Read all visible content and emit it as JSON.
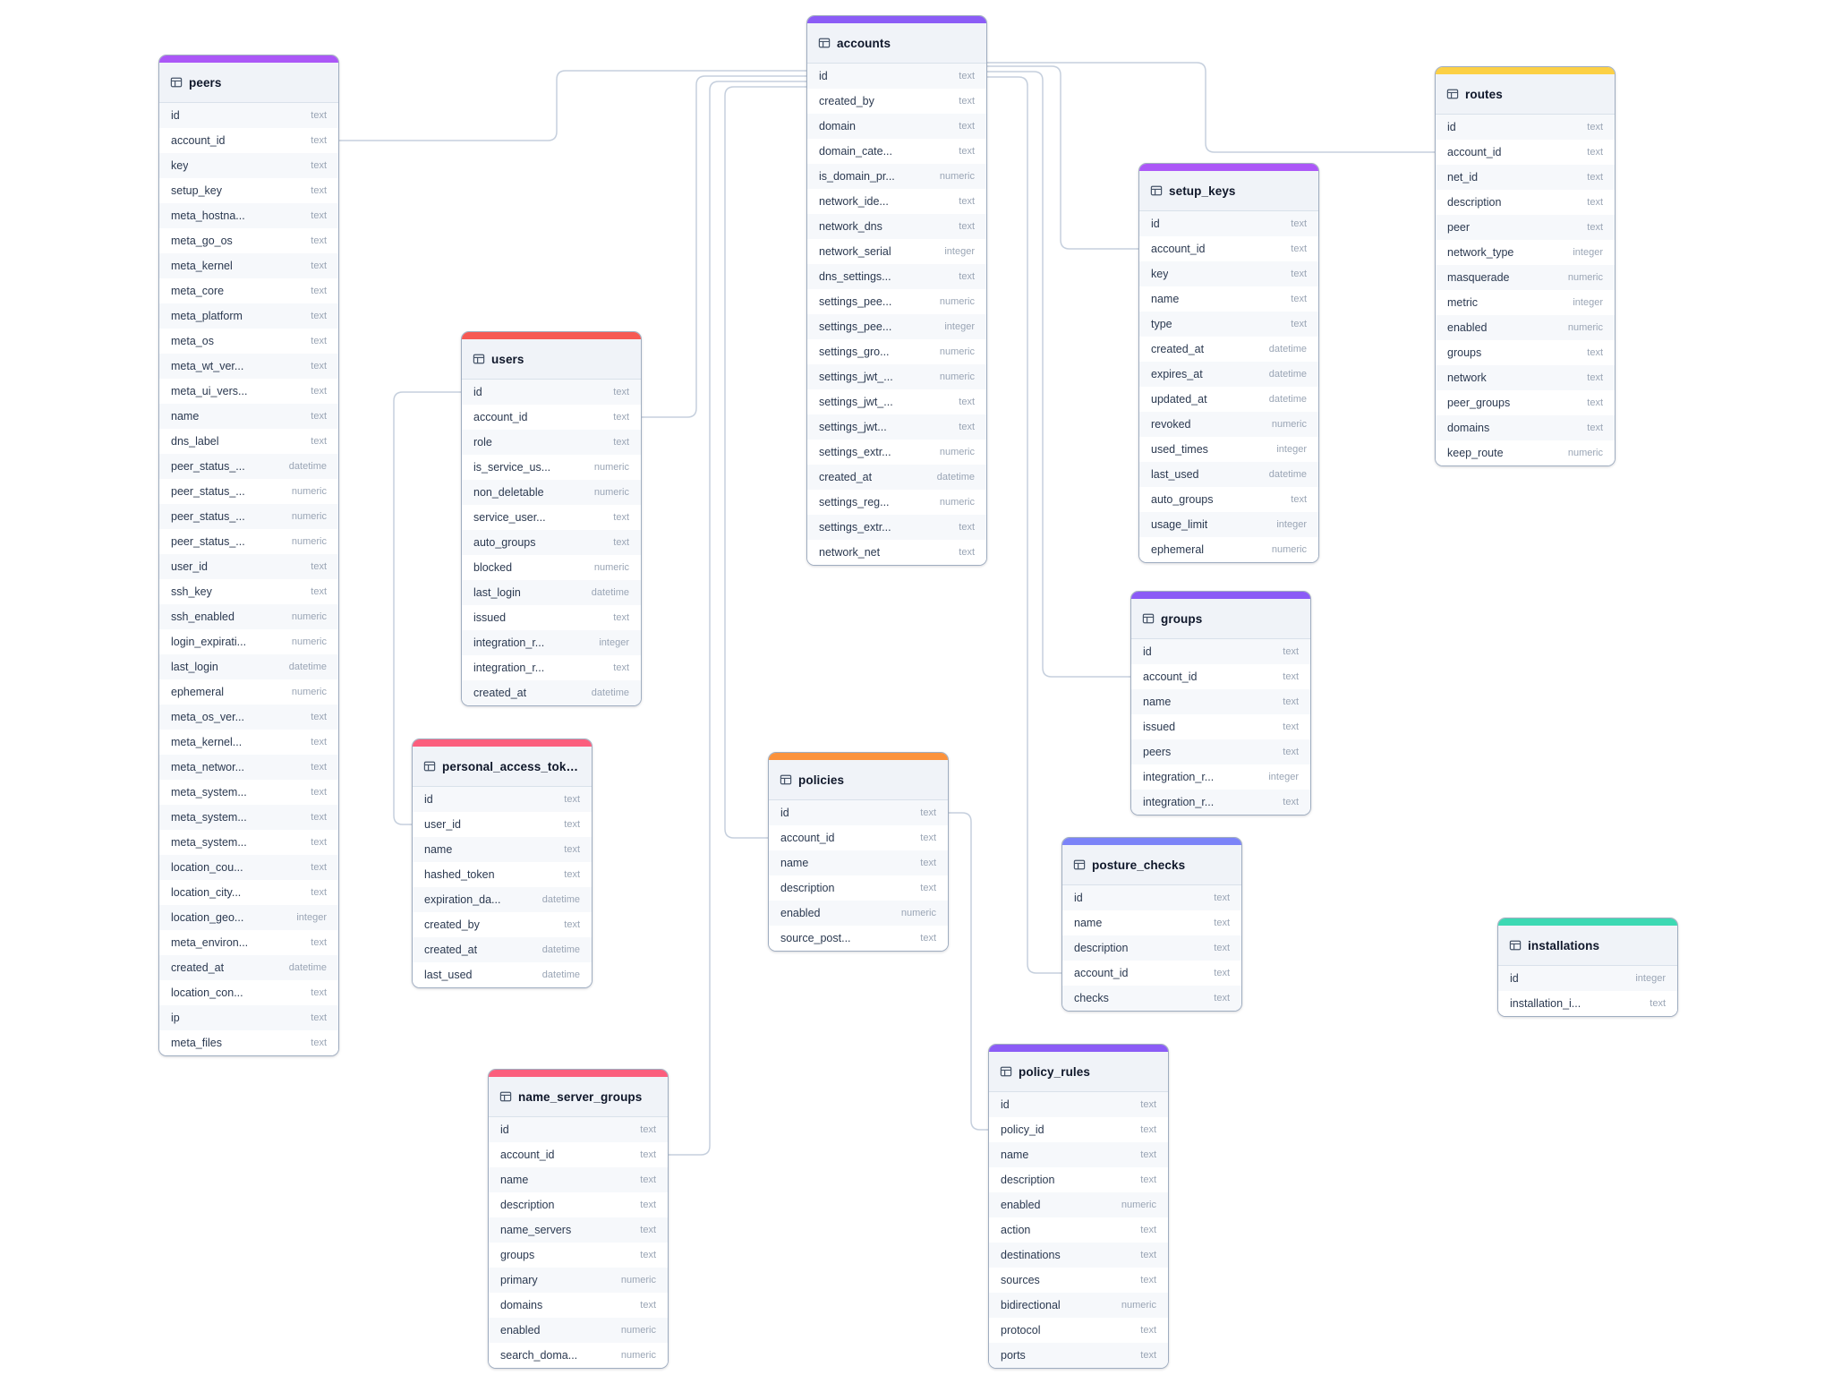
{
  "diagram": {
    "colors": {
      "relationship_line": "#c5cfdd"
    },
    "tables": [
      {
        "name": "peers",
        "header_color": "#ab57f7",
        "fields": [
          {
            "name": "id",
            "type": "text"
          },
          {
            "name": "account_id",
            "type": "text"
          },
          {
            "name": "key",
            "type": "text"
          },
          {
            "name": "setup_key",
            "type": "text"
          },
          {
            "name": "meta_hostna...",
            "type": "text"
          },
          {
            "name": "meta_go_os",
            "type": "text"
          },
          {
            "name": "meta_kernel",
            "type": "text"
          },
          {
            "name": "meta_core",
            "type": "text"
          },
          {
            "name": "meta_platform",
            "type": "text"
          },
          {
            "name": "meta_os",
            "type": "text"
          },
          {
            "name": "meta_wt_ver...",
            "type": "text"
          },
          {
            "name": "meta_ui_vers...",
            "type": "text"
          },
          {
            "name": "name",
            "type": "text"
          },
          {
            "name": "dns_label",
            "type": "text"
          },
          {
            "name": "peer_status_...",
            "type": "datetime"
          },
          {
            "name": "peer_status_...",
            "type": "numeric"
          },
          {
            "name": "peer_status_...",
            "type": "numeric"
          },
          {
            "name": "peer_status_...",
            "type": "numeric"
          },
          {
            "name": "user_id",
            "type": "text"
          },
          {
            "name": "ssh_key",
            "type": "text"
          },
          {
            "name": "ssh_enabled",
            "type": "numeric"
          },
          {
            "name": "login_expirati...",
            "type": "numeric"
          },
          {
            "name": "last_login",
            "type": "datetime"
          },
          {
            "name": "ephemeral",
            "type": "numeric"
          },
          {
            "name": "meta_os_ver...",
            "type": "text"
          },
          {
            "name": "meta_kernel...",
            "type": "text"
          },
          {
            "name": "meta_networ...",
            "type": "text"
          },
          {
            "name": "meta_system...",
            "type": "text"
          },
          {
            "name": "meta_system...",
            "type": "text"
          },
          {
            "name": "meta_system...",
            "type": "text"
          },
          {
            "name": "location_cou...",
            "type": "text"
          },
          {
            "name": "location_city...",
            "type": "text"
          },
          {
            "name": "location_geo...",
            "type": "integer"
          },
          {
            "name": "meta_environ...",
            "type": "text"
          },
          {
            "name": "created_at",
            "type": "datetime"
          },
          {
            "name": "location_con...",
            "type": "text"
          },
          {
            "name": "ip",
            "type": "text"
          },
          {
            "name": "meta_files",
            "type": "text"
          }
        ]
      },
      {
        "name": "accounts",
        "header_color": "#8b5cf6",
        "fields": [
          {
            "name": "id",
            "type": "text"
          },
          {
            "name": "created_by",
            "type": "text"
          },
          {
            "name": "domain",
            "type": "text"
          },
          {
            "name": "domain_cate...",
            "type": "text"
          },
          {
            "name": "is_domain_pr...",
            "type": "numeric"
          },
          {
            "name": "network_ide...",
            "type": "text"
          },
          {
            "name": "network_dns",
            "type": "text"
          },
          {
            "name": "network_serial",
            "type": "integer"
          },
          {
            "name": "dns_settings...",
            "type": "text"
          },
          {
            "name": "settings_pee...",
            "type": "numeric"
          },
          {
            "name": "settings_pee...",
            "type": "integer"
          },
          {
            "name": "settings_gro...",
            "type": "numeric"
          },
          {
            "name": "settings_jwt_...",
            "type": "numeric"
          },
          {
            "name": "settings_jwt_...",
            "type": "text"
          },
          {
            "name": "settings_jwt...",
            "type": "text"
          },
          {
            "name": "settings_extr...",
            "type": "numeric"
          },
          {
            "name": "created_at",
            "type": "datetime"
          },
          {
            "name": "settings_reg...",
            "type": "numeric"
          },
          {
            "name": "settings_extr...",
            "type": "text"
          },
          {
            "name": "network_net",
            "type": "text"
          }
        ]
      },
      {
        "name": "users",
        "header_color": "#f65953",
        "fields": [
          {
            "name": "id",
            "type": "text"
          },
          {
            "name": "account_id",
            "type": "text"
          },
          {
            "name": "role",
            "type": "text"
          },
          {
            "name": "is_service_us...",
            "type": "numeric"
          },
          {
            "name": "non_deletable",
            "type": "numeric"
          },
          {
            "name": "service_user...",
            "type": "text"
          },
          {
            "name": "auto_groups",
            "type": "text"
          },
          {
            "name": "blocked",
            "type": "numeric"
          },
          {
            "name": "last_login",
            "type": "datetime"
          },
          {
            "name": "issued",
            "type": "text"
          },
          {
            "name": "integration_r...",
            "type": "integer"
          },
          {
            "name": "integration_r...",
            "type": "text"
          },
          {
            "name": "created_at",
            "type": "datetime"
          }
        ]
      },
      {
        "name": "personal_access_tokens",
        "header_color": "#fb5e7d",
        "fields": [
          {
            "name": "id",
            "type": "text"
          },
          {
            "name": "user_id",
            "type": "text"
          },
          {
            "name": "name",
            "type": "text"
          },
          {
            "name": "hashed_token",
            "type": "text"
          },
          {
            "name": "expiration_da...",
            "type": "datetime"
          },
          {
            "name": "created_by",
            "type": "text"
          },
          {
            "name": "created_at",
            "type": "datetime"
          },
          {
            "name": "last_used",
            "type": "datetime"
          }
        ]
      },
      {
        "name": "name_server_groups",
        "header_color": "#fb5e7d",
        "fields": [
          {
            "name": "id",
            "type": "text"
          },
          {
            "name": "account_id",
            "type": "text"
          },
          {
            "name": "name",
            "type": "text"
          },
          {
            "name": "description",
            "type": "text"
          },
          {
            "name": "name_servers",
            "type": "text"
          },
          {
            "name": "groups",
            "type": "text"
          },
          {
            "name": "primary",
            "type": "numeric"
          },
          {
            "name": "domains",
            "type": "text"
          },
          {
            "name": "enabled",
            "type": "numeric"
          },
          {
            "name": "search_doma...",
            "type": "numeric"
          }
        ]
      },
      {
        "name": "policies",
        "header_color": "#fb923c",
        "fields": [
          {
            "name": "id",
            "type": "text"
          },
          {
            "name": "account_id",
            "type": "text"
          },
          {
            "name": "name",
            "type": "text"
          },
          {
            "name": "description",
            "type": "text"
          },
          {
            "name": "enabled",
            "type": "numeric"
          },
          {
            "name": "source_post...",
            "type": "text"
          }
        ]
      },
      {
        "name": "policy_rules",
        "header_color": "#8b5cf6",
        "fields": [
          {
            "name": "id",
            "type": "text"
          },
          {
            "name": "policy_id",
            "type": "text"
          },
          {
            "name": "name",
            "type": "text"
          },
          {
            "name": "description",
            "type": "text"
          },
          {
            "name": "enabled",
            "type": "numeric"
          },
          {
            "name": "action",
            "type": "text"
          },
          {
            "name": "destinations",
            "type": "text"
          },
          {
            "name": "sources",
            "type": "text"
          },
          {
            "name": "bidirectional",
            "type": "numeric"
          },
          {
            "name": "protocol",
            "type": "text"
          },
          {
            "name": "ports",
            "type": "text"
          }
        ]
      },
      {
        "name": "setup_keys",
        "header_color": "#ab57f7",
        "fields": [
          {
            "name": "id",
            "type": "text"
          },
          {
            "name": "account_id",
            "type": "text"
          },
          {
            "name": "key",
            "type": "text"
          },
          {
            "name": "name",
            "type": "text"
          },
          {
            "name": "type",
            "type": "text"
          },
          {
            "name": "created_at",
            "type": "datetime"
          },
          {
            "name": "expires_at",
            "type": "datetime"
          },
          {
            "name": "updated_at",
            "type": "datetime"
          },
          {
            "name": "revoked",
            "type": "numeric"
          },
          {
            "name": "used_times",
            "type": "integer"
          },
          {
            "name": "last_used",
            "type": "datetime"
          },
          {
            "name": "auto_groups",
            "type": "text"
          },
          {
            "name": "usage_limit",
            "type": "integer"
          },
          {
            "name": "ephemeral",
            "type": "numeric"
          }
        ]
      },
      {
        "name": "groups",
        "header_color": "#8b5cf6",
        "fields": [
          {
            "name": "id",
            "type": "text"
          },
          {
            "name": "account_id",
            "type": "text"
          },
          {
            "name": "name",
            "type": "text"
          },
          {
            "name": "issued",
            "type": "text"
          },
          {
            "name": "peers",
            "type": "text"
          },
          {
            "name": "integration_r...",
            "type": "integer"
          },
          {
            "name": "integration_r...",
            "type": "text"
          }
        ]
      },
      {
        "name": "posture_checks",
        "header_color": "#7b83f8",
        "fields": [
          {
            "name": "id",
            "type": "text"
          },
          {
            "name": "name",
            "type": "text"
          },
          {
            "name": "description",
            "type": "text"
          },
          {
            "name": "account_id",
            "type": "text"
          },
          {
            "name": "checks",
            "type": "text"
          }
        ]
      },
      {
        "name": "routes",
        "header_color": "#fcd045",
        "fields": [
          {
            "name": "id",
            "type": "text"
          },
          {
            "name": "account_id",
            "type": "text"
          },
          {
            "name": "net_id",
            "type": "text"
          },
          {
            "name": "description",
            "type": "text"
          },
          {
            "name": "peer",
            "type": "text"
          },
          {
            "name": "network_type",
            "type": "integer"
          },
          {
            "name": "masquerade",
            "type": "numeric"
          },
          {
            "name": "metric",
            "type": "integer"
          },
          {
            "name": "enabled",
            "type": "numeric"
          },
          {
            "name": "groups",
            "type": "text"
          },
          {
            "name": "network",
            "type": "text"
          },
          {
            "name": "peer_groups",
            "type": "text"
          },
          {
            "name": "domains",
            "type": "text"
          },
          {
            "name": "keep_route",
            "type": "numeric"
          }
        ]
      },
      {
        "name": "installations",
        "header_color": "#3dd9b3",
        "fields": [
          {
            "name": "id",
            "type": "integer"
          },
          {
            "name": "installation_i...",
            "type": "text"
          }
        ]
      }
    ],
    "relationships": [
      {
        "from": "peers.account_id",
        "to": "accounts.id"
      },
      {
        "from": "users.account_id",
        "to": "accounts.id"
      },
      {
        "from": "name_server_groups.account_id",
        "to": "accounts.id"
      },
      {
        "from": "policies.account_id",
        "to": "accounts.id"
      },
      {
        "from": "personal_access_tokens.user_id",
        "to": "users.id"
      },
      {
        "from": "policy_rules.policy_id",
        "to": "policies.id"
      },
      {
        "from": "setup_keys.account_id",
        "to": "accounts.id"
      },
      {
        "from": "routes.account_id",
        "to": "accounts.id"
      },
      {
        "from": "groups.account_id",
        "to": "accounts.id"
      },
      {
        "from": "posture_checks.account_id",
        "to": "accounts.id"
      }
    ]
  }
}
